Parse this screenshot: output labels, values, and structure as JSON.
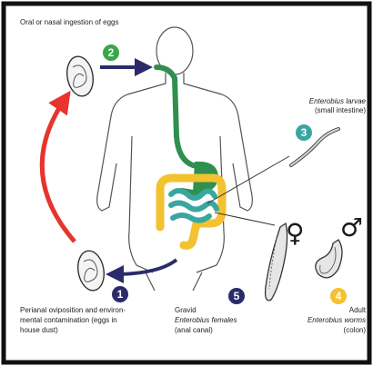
{
  "labels": {
    "oral_ingestion": "Oral or nasal ingestion of eggs",
    "larvae_title": "Enterobius larvae",
    "larvae_sub": "(small intestine)",
    "perianal_line1": "Perianal oviposition and environ-",
    "perianal_line2": "mental contamination (eggs in",
    "perianal_line3": "house dust)",
    "gravid_line1": "Gravid",
    "gravid_line2": "Enterobius females",
    "gravid_line3": "(anal canal)",
    "adult_line1": "Adult",
    "adult_line2": "Enterobius worms",
    "adult_line3": "(colon)"
  },
  "steps": [
    {
      "number": "1",
      "color": "#2b2a6b"
    },
    {
      "number": "2",
      "color": "#3aa64a"
    },
    {
      "number": "3",
      "color": "#3aa6a0"
    },
    {
      "number": "4",
      "color": "#f2c230"
    },
    {
      "number": "5",
      "color": "#2b2a6b"
    }
  ],
  "symbols": {
    "female": "♀",
    "male": "♂"
  },
  "colors": {
    "border": "#111111",
    "arrow_red": "#e8332e",
    "arrow_navy": "#2b2a6b",
    "gut_green": "#2f8f4e",
    "colon_yellow": "#f2c230",
    "small_intestine": "#3aa6a0"
  }
}
